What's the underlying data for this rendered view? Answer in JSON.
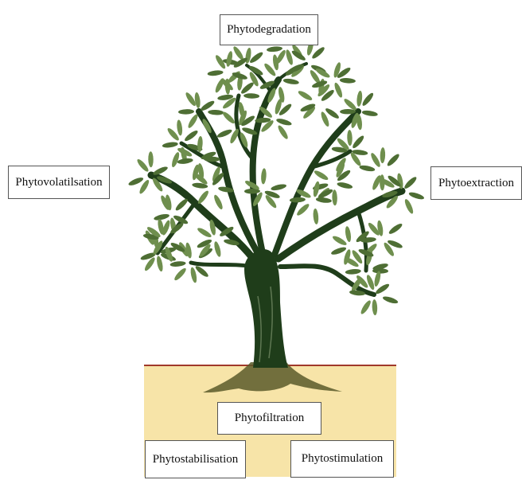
{
  "labels": {
    "top": "Phytodegradation",
    "left": "Phytovolatilsation",
    "right": "Phytoextraction",
    "soil_center": "Phytofiltration",
    "soil_left": "Phytostabilisation",
    "soil_right": "Phytostimulation"
  },
  "colors": {
    "trunk": "#1f3d1a",
    "leaf": "#6f8f4e",
    "leaf_dark": "#4e6e34",
    "soil": "#f7e4a8",
    "ground_line": "#a0392a",
    "root_shadow": "#5b5a2a"
  },
  "icons": {
    "tree": "olive-tree-icon"
  }
}
